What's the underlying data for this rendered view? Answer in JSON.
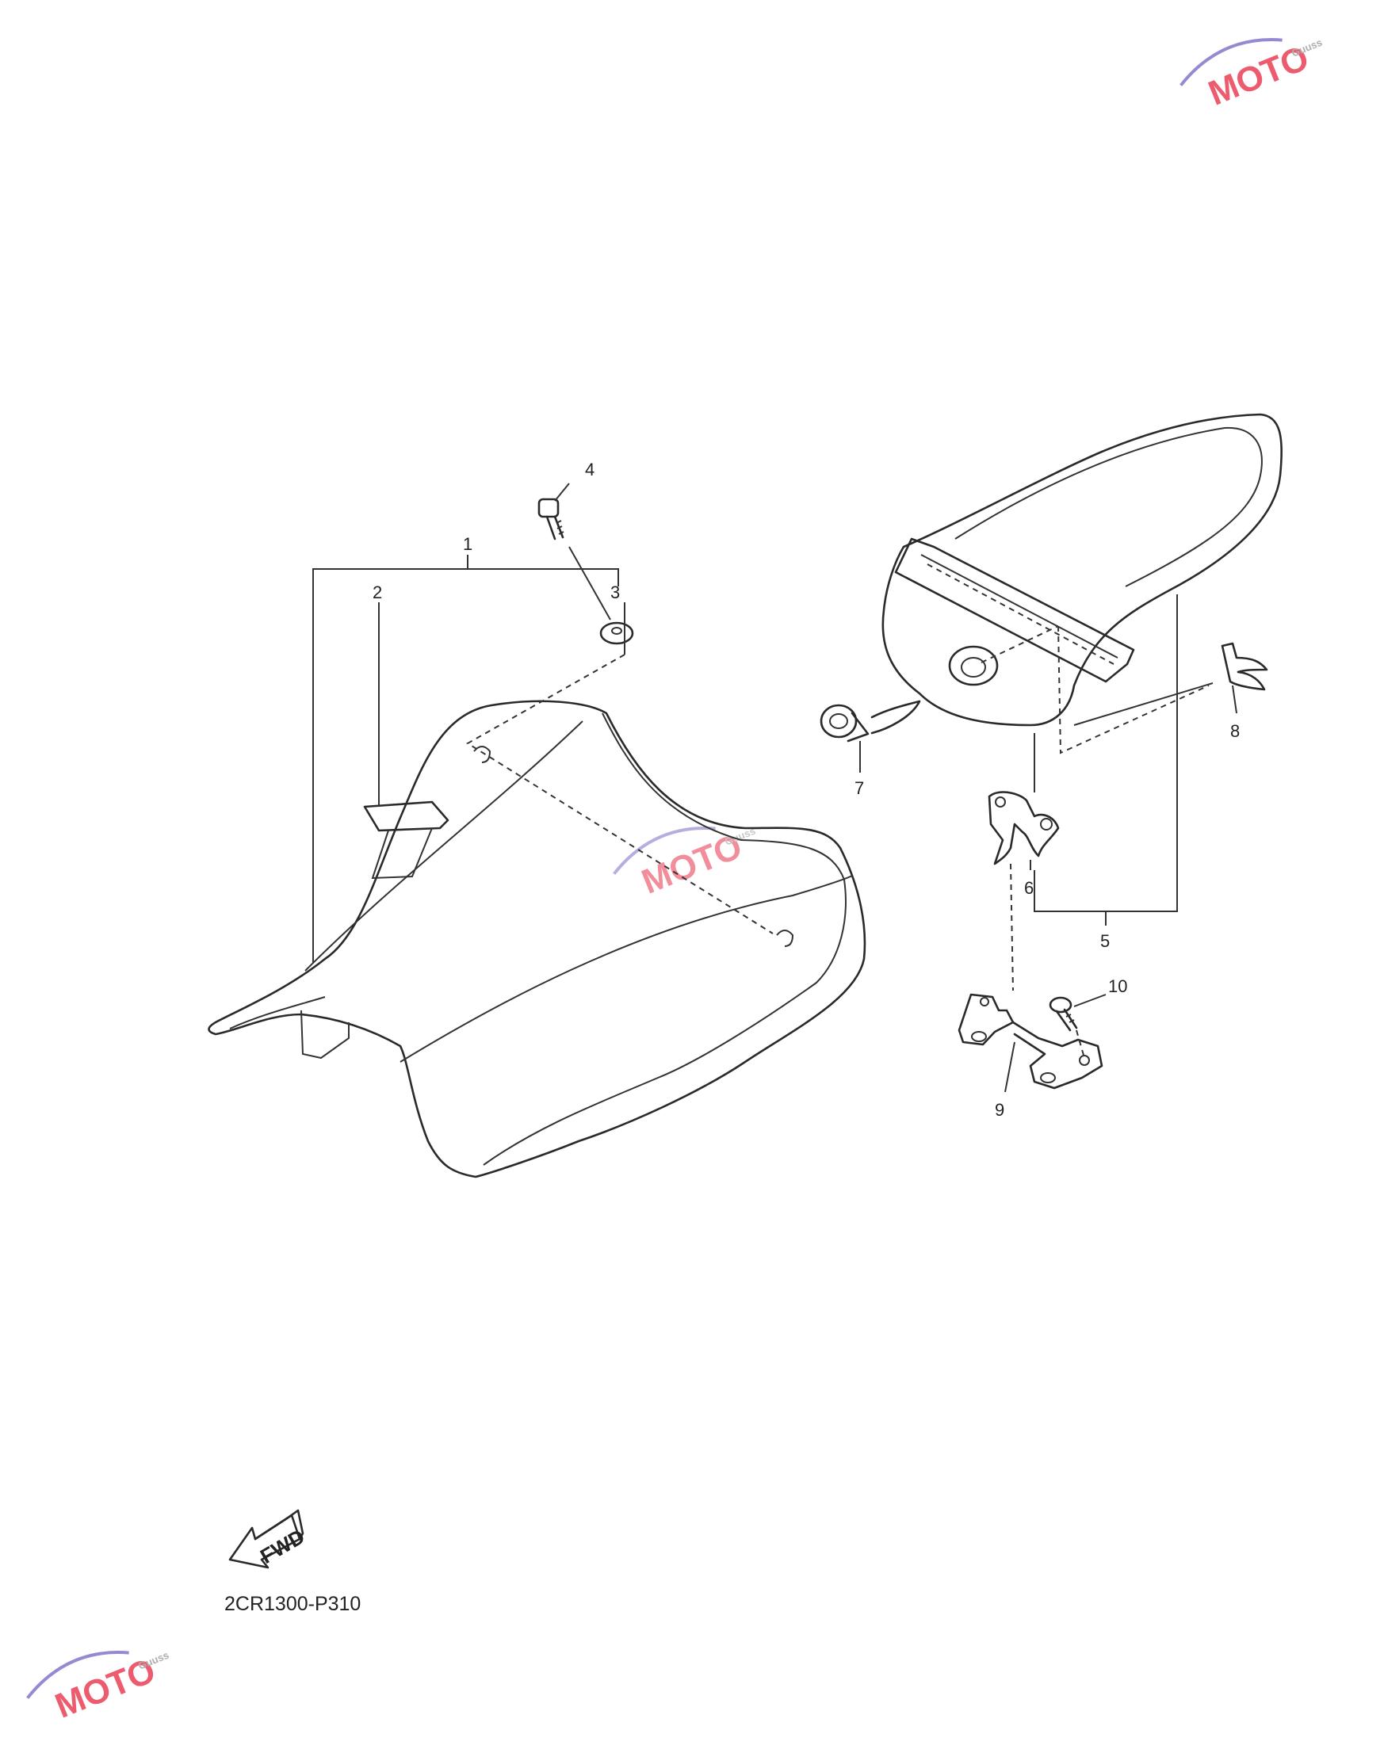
{
  "callouts": [
    {
      "id": "1",
      "label": "1"
    },
    {
      "id": "2",
      "label": "2"
    },
    {
      "id": "3",
      "label": "3"
    },
    {
      "id": "4",
      "label": "4"
    },
    {
      "id": "5",
      "label": "5"
    },
    {
      "id": "6",
      "label": "6"
    },
    {
      "id": "7",
      "label": "7"
    },
    {
      "id": "8",
      "label": "8"
    },
    {
      "id": "9",
      "label": "9"
    },
    {
      "id": "10",
      "label": "10"
    }
  ],
  "fwd_label": "FWD",
  "diagram_code": "2CR1300-P310",
  "watermark": {
    "text": "MOTO",
    "sub": "Guuss",
    "colors": {
      "red": "#e8334a",
      "purple": "#7d6cc8",
      "gray": "#9a9a9a"
    }
  }
}
